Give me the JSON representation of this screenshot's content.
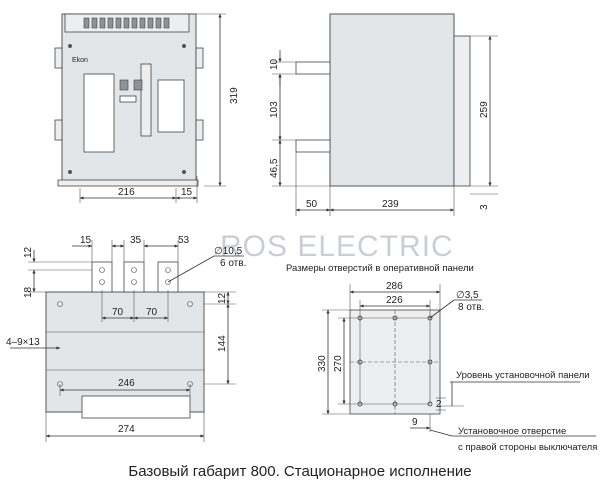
{
  "watermark": "ROS ELECTRIC",
  "brand_mark": "Ekon",
  "caption": "Базовый габарит 800. Стационарное исполнение",
  "front_view": {
    "dims": [
      "216",
      "15",
      "319"
    ]
  },
  "side_view": {
    "dims": [
      "10",
      "103",
      "46,5",
      "259",
      "50",
      "239",
      "3"
    ]
  },
  "top_view": {
    "dims": [
      "15",
      "35",
      "53",
      "12",
      "18",
      "70",
      "70",
      "12",
      "144",
      "246",
      "274"
    ],
    "hole_diameter": "∅10,5",
    "hole_count": "6 отв.",
    "slot_note": "4–9×13"
  },
  "panel_cutout": {
    "title": "Размеры отверстий в оперативной панели",
    "dims": [
      "286",
      "226",
      "330",
      "270",
      "2",
      "9"
    ],
    "hole_diameter": "∅3,5",
    "hole_count": "8 отв.",
    "panel_level": "Уровень установочной панели",
    "mount_hole_line1": "Установочное отверстие",
    "mount_hole_line2": "с правой стороны выключателя"
  },
  "colors": {
    "body": "#e3e6e9",
    "lines": "#333333",
    "watermark": "#c9ced6"
  }
}
